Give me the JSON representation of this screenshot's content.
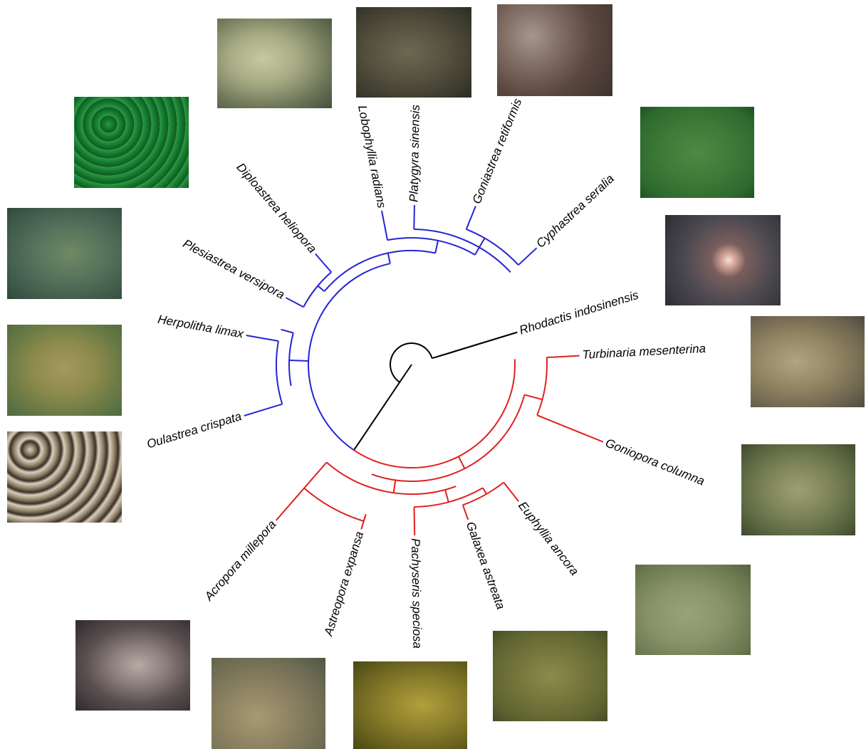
{
  "colors": {
    "clade_complex": "#2424d6",
    "clade_robust": "#e02020",
    "outgroup": "#000000",
    "background": "#ffffff"
  },
  "taxa": [
    {
      "id": "cyphastrea",
      "name": "Cyphastrea seralia",
      "clade": "complex"
    },
    {
      "id": "goniastrea",
      "name": "Goniastrea retiformis",
      "clade": "complex"
    },
    {
      "id": "platygyra",
      "name": "Platygyra sinensis",
      "clade": "complex"
    },
    {
      "id": "lobophyllia",
      "name": "Lobophyllia radians",
      "clade": "complex"
    },
    {
      "id": "diploastrea",
      "name": "Diploastrea heliopora",
      "clade": "complex"
    },
    {
      "id": "plesiastrea",
      "name": "Plesiastrea versipora",
      "clade": "complex"
    },
    {
      "id": "herpolitha",
      "name": "Herpolitha limax",
      "clade": "complex"
    },
    {
      "id": "oulastrea",
      "name": "Oulastrea crispata",
      "clade": "complex"
    },
    {
      "id": "acropora",
      "name": "Acropora millepora",
      "clade": "robust"
    },
    {
      "id": "astreopora",
      "name": "Astreopora expansa",
      "clade": "robust"
    },
    {
      "id": "pachyseris",
      "name": "Pachyseris speciosa",
      "clade": "robust"
    },
    {
      "id": "galaxea",
      "name": "Galaxea astreata",
      "clade": "robust"
    },
    {
      "id": "euphyllia",
      "name": "Euphyllia ancora",
      "clade": "robust"
    },
    {
      "id": "goniopora",
      "name": "Goniopora columna",
      "clade": "robust"
    },
    {
      "id": "turbinaria",
      "name": "Turbinaria mesenterina",
      "clade": "robust"
    },
    {
      "id": "rhodactis",
      "name": "Rhodactis indosinensis",
      "clade": "outgroup"
    }
  ]
}
